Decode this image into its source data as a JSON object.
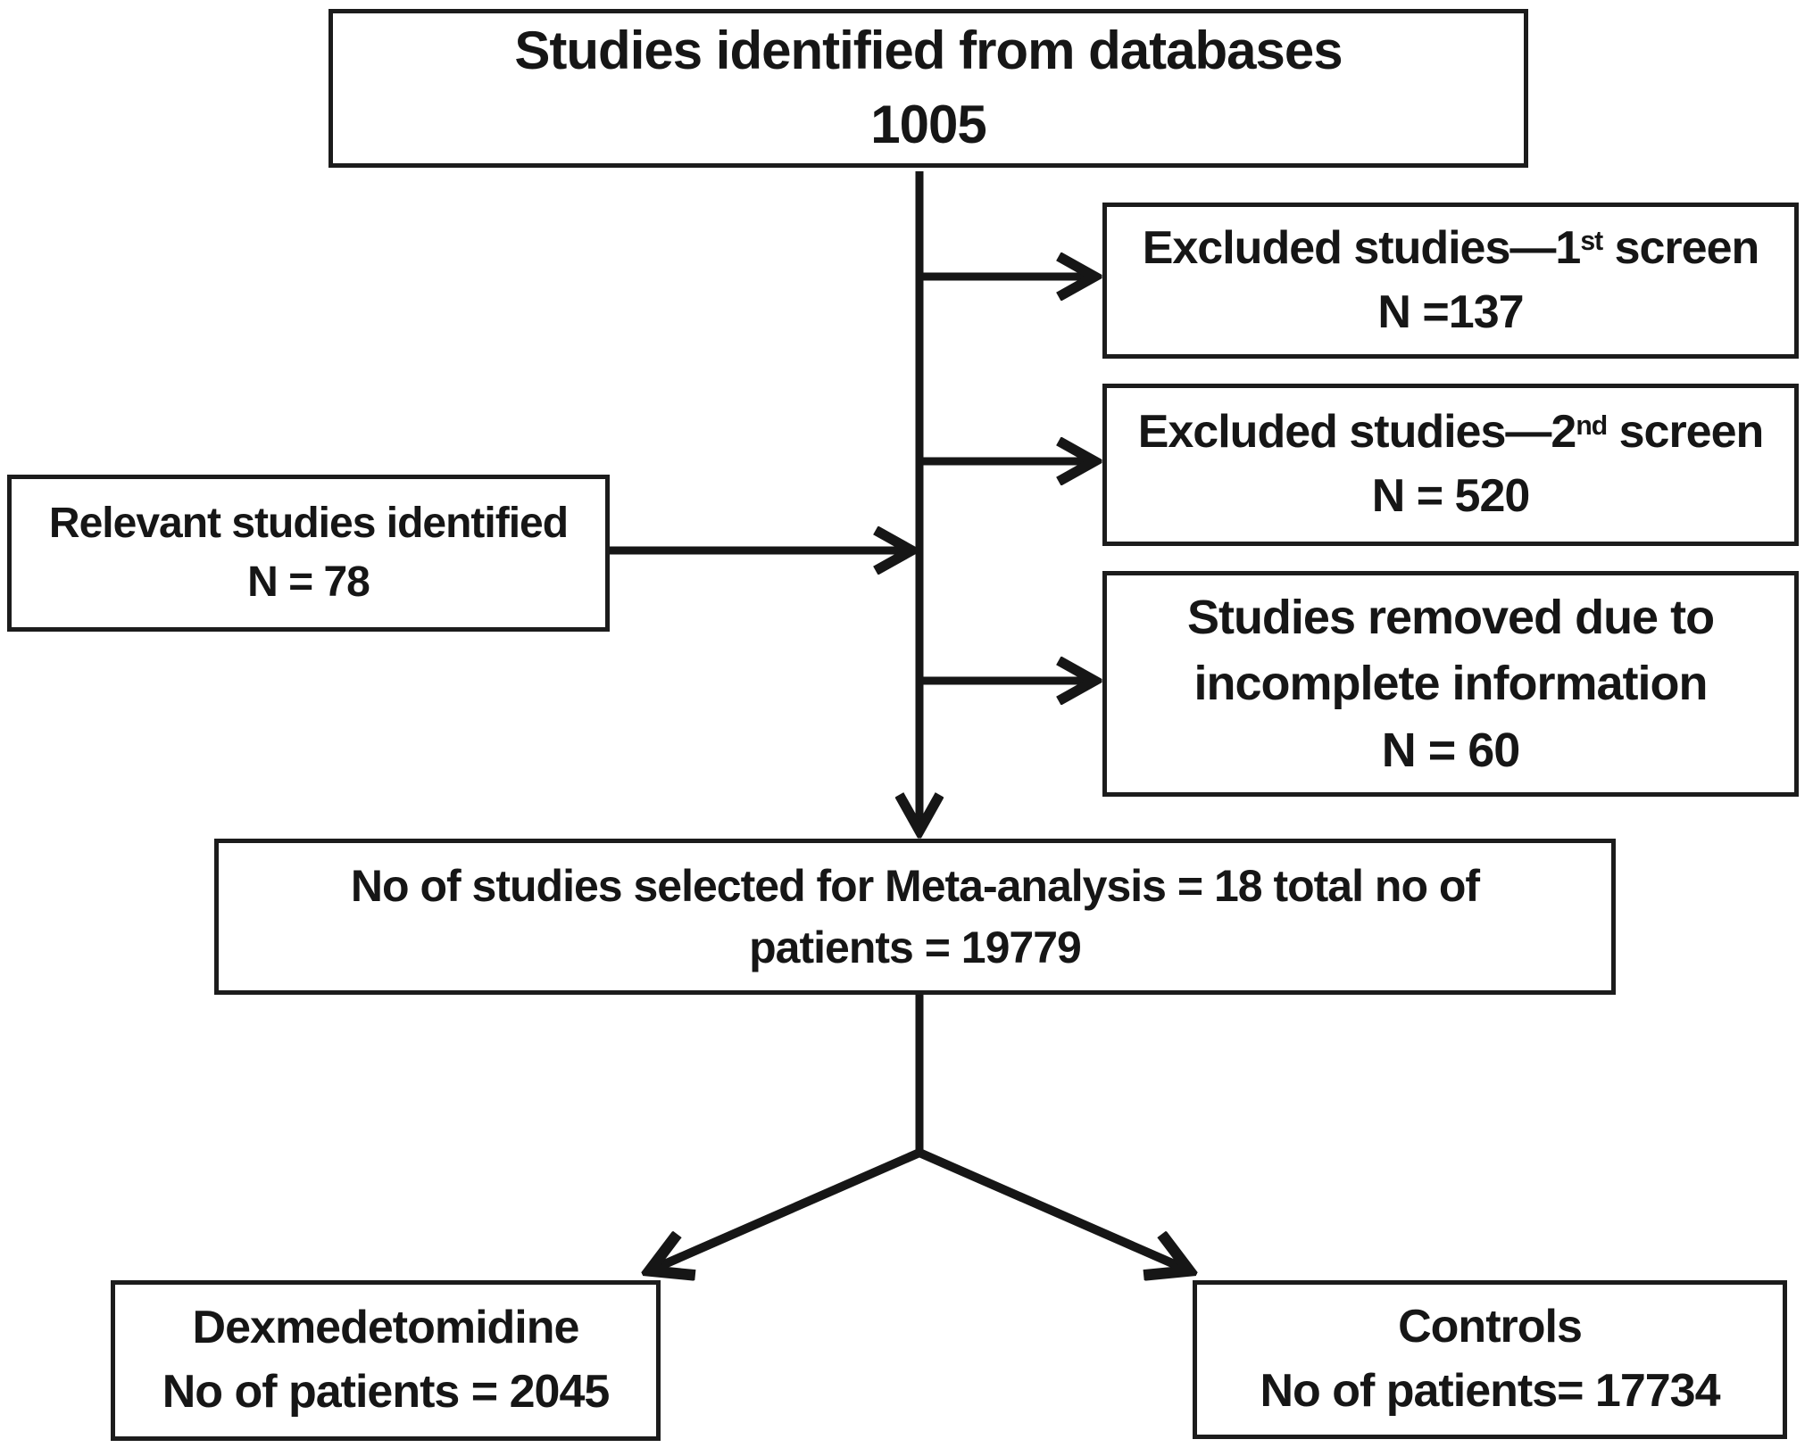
{
  "diagram": {
    "background_color": "#ffffff",
    "line_color": "#161616",
    "border_color": "#1c1c1c",
    "text_color": "#161616",
    "boxes": {
      "identified": {
        "line1": "Studies identified from databases",
        "line2": "1005"
      },
      "excluded_first_screen": {
        "line1_pre": "Excluded studies—1",
        "line1_sup": "st",
        "line1_post": " screen",
        "line2": "N =137"
      },
      "excluded_second_screen": {
        "line1_pre": "Excluded studies—2",
        "line1_sup": "nd",
        "line1_post": " screen",
        "line2": "N = 520"
      },
      "removed_incomplete": {
        "line1": "Studies removed due to",
        "line2": "incomplete information",
        "line3": "N = 60"
      },
      "relevant_identified": {
        "line1": "Relevant studies identified",
        "line2": "N = 78"
      },
      "selected_meta_analysis": {
        "line1": "No of studies selected for Meta-analysis = 18 total no of",
        "line2": "patients = 19779"
      },
      "dexmedetomidine": {
        "line1": "Dexmedetomidine",
        "line2": "No of patients = 2045"
      },
      "controls": {
        "line1": "Controls",
        "line2": "No of patients= 17734"
      }
    }
  }
}
